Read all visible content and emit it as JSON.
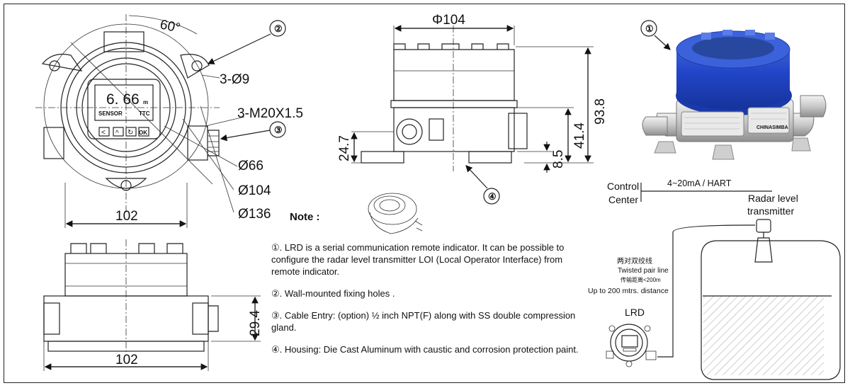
{
  "front_view": {
    "angle_label": "60°",
    "holes_label": "3-Ø9",
    "thread_label": "3-M20X1.5",
    "dia_66": "Ø66",
    "dia_104": "Ø104",
    "dia_136": "Ø136",
    "width_label": "102",
    "display_value": "6. 66",
    "display_unit": "m",
    "display_brand": "SENSOR",
    "display_code": "TTC",
    "buttons": [
      "<",
      "^",
      "↻",
      "OK"
    ]
  },
  "side_view": {
    "diameter_label": "Φ104",
    "height_total": "93.8",
    "height_mid": "41.4",
    "height_low": "24.7",
    "base_thickness": "8.5"
  },
  "bottom_view": {
    "height_label": "29.4",
    "width_label": "102"
  },
  "callouts": [
    "①",
    "②",
    "③",
    "④"
  ],
  "system": {
    "control_center": [
      "Control",
      "Center"
    ],
    "signal": "4~20mA  /  HART",
    "radar_label": [
      "Radar level",
      "transmitter"
    ],
    "cable_cn": "两对双绞线",
    "cable_en": "Twisted pair line",
    "distance_cn": "传输距离<200m",
    "distance_en": "Up to 200 mtrs. distance",
    "lrd_label": "LRD",
    "nameplate": "CHINASIMBA"
  },
  "notes": {
    "title": "Note :",
    "items": [
      "①. LRD is a serial communication remote indicator. It can be possible to configure the radar level transmitter LOI (Local Operator Interface) from remote indicator.",
      "②. Wall-mounted fixing holes .",
      "③. Cable Entry: (option) ½ inch NPT(F) along with SS double compression gland.",
      "④. Housing: Die Cast Aluminum with caustic and corrosion protection paint."
    ]
  }
}
